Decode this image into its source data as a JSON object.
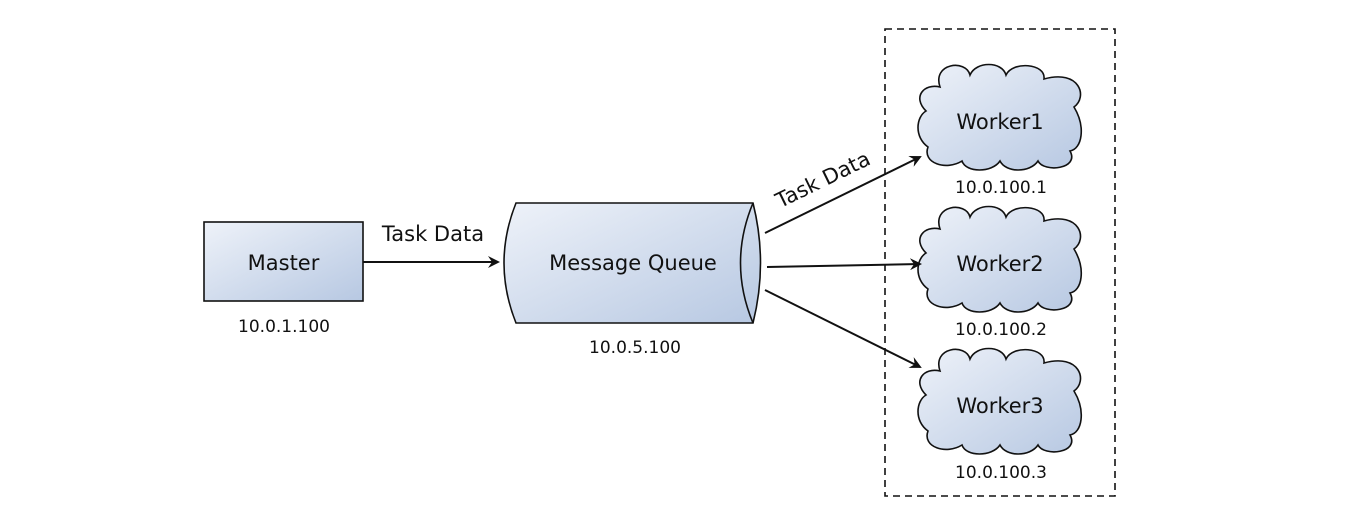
{
  "nodes": {
    "master": {
      "label": "Master",
      "ip": "10.0.1.100"
    },
    "queue": {
      "label": "Message Queue",
      "ip": "10.0.5.100"
    },
    "worker1": {
      "label": "Worker1",
      "ip": "10.0.100.1"
    },
    "worker2": {
      "label": "Worker2",
      "ip": "10.0.100.2"
    },
    "worker3": {
      "label": "Worker3",
      "ip": "10.0.100.3"
    }
  },
  "edges": {
    "master_to_queue": {
      "label": "Task Data"
    },
    "queue_to_worker1": {
      "label": "Task Data"
    }
  },
  "colors": {
    "fill_light": "#eef2f9",
    "fill_dark": "#b7c8e2",
    "stroke": "#111111"
  }
}
